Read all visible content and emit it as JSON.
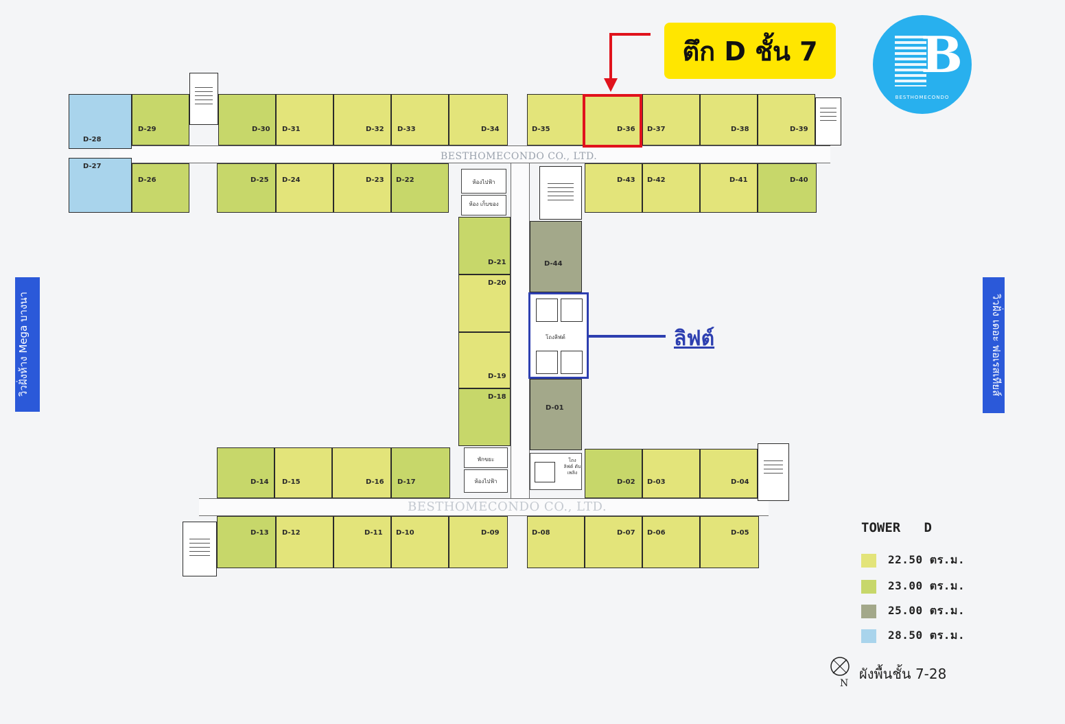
{
  "callout": {
    "label": "ตึก D ชั้น 7",
    "accent_color": "#ffe600",
    "highlight_color": "#e0121c"
  },
  "logo": {
    "letter": "B",
    "caption": "BESTHOMECONDO"
  },
  "lift": {
    "label": "ลิฟต์",
    "lobby_label": "โถงลิฟต์",
    "lobby_label_2": "โถง ลิฟต์ ดับเพลิง",
    "color": "#2d3fb0"
  },
  "watermarks": {
    "top": "BESTHOMECONDO CO., LTD.",
    "bottom": "BESTHOMECONDO CO., LTD."
  },
  "side_labels": {
    "left": "วิวฝั่งห้าง Mega บางนา",
    "right": "วิวฝั่ง เดอะ ฟอเรสเทียส์"
  },
  "service_rooms": {
    "trash_top": "ห้องไปฟ้า",
    "storage": "ห้อง เก็บของ",
    "garbage": "พักขยะ",
    "trash_bottom": "ห้องไปฟ้า"
  },
  "legend": {
    "title": "TOWER   D",
    "items": [
      {
        "label": "22.50  ตร.ม.",
        "color": "#e3e47a"
      },
      {
        "label": "23.00  ตร.ม.",
        "color": "#c7d76a"
      },
      {
        "label": "25.00  ตร.ม.",
        "color": "#a3a88a"
      },
      {
        "label": "28.50  ตร.ม.",
        "color": "#a9d4ec"
      }
    ]
  },
  "compass": {
    "north": "N",
    "caption": "ผังพื้นชั้น 7-28"
  },
  "units": {
    "d01": "D-01",
    "d02": "D-02",
    "d03": "D-03",
    "d04": "D-04",
    "d05": "D-05",
    "d06": "D-06",
    "d07": "D-07",
    "d08": "D-08",
    "d09": "D-09",
    "d10": "D-10",
    "d11": "D-11",
    "d12": "D-12",
    "d13": "D-13",
    "d14": "D-14",
    "d15": "D-15",
    "d16": "D-16",
    "d17": "D-17",
    "d18": "D-18",
    "d19": "D-19",
    "d20": "D-20",
    "d21": "D-21",
    "d22": "D-22",
    "d23": "D-23",
    "d24": "D-24",
    "d25": "D-25",
    "d26": "D-26",
    "d27": "D-27",
    "d28": "D-28",
    "d29": "D-29",
    "d30": "D-30",
    "d31": "D-31",
    "d32": "D-32",
    "d33": "D-33",
    "d34": "D-34",
    "d35": "D-35",
    "d36": "D-36",
    "d37": "D-37",
    "d38": "D-38",
    "d39": "D-39",
    "d40": "D-40",
    "d41": "D-41",
    "d42": "D-42",
    "d43": "D-43",
    "d44": "D-44"
  }
}
